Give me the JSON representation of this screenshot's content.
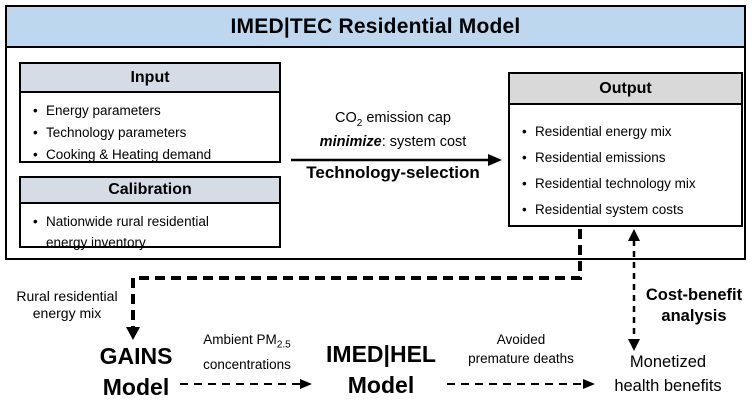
{
  "colors": {
    "title_bg": "#BDD7EE",
    "io_header_bg": "#D6DCE5",
    "output_header_bg": "#D9D9D9",
    "border": "#000000"
  },
  "title": "IMED|TEC Residential Model",
  "input_box": {
    "header": "Input",
    "items": [
      "Energy parameters",
      "Technology parameters",
      "Cooking & Heating demand"
    ]
  },
  "calibration_box": {
    "header": "Calibration",
    "items": [
      "Nationwide rural residential energy inventory"
    ]
  },
  "output_box": {
    "header": "Output",
    "items": [
      "Residential energy mix",
      "Residential emissions",
      "Residential technology mix",
      "Residential system costs"
    ]
  },
  "tech_selection": {
    "cap_pre": "CO",
    "cap_sub": "2",
    "cap_post": " emission cap",
    "minimize_word": "minimize",
    "minimize_rest": ": system cost",
    "arrow_label": "Technology-selection"
  },
  "lower_flow": {
    "rural_line1": "Rural residential",
    "rural_line2": "energy mix",
    "gains_line1": "GAINS",
    "gains_line2": "Model",
    "ambient_pre": "Ambient PM",
    "ambient_sub": "2.5",
    "ambient_line2": "concentrations",
    "imedhel_line1": "IMED|HEL",
    "imedhel_line2": "Model",
    "avoided_line1": "Avoided",
    "avoided_line2": "premature deaths",
    "monetized_line1": "Monetized",
    "monetized_line2": "health benefits",
    "costbenefit_line1": "Cost-benefit",
    "costbenefit_line2": "analysis"
  }
}
